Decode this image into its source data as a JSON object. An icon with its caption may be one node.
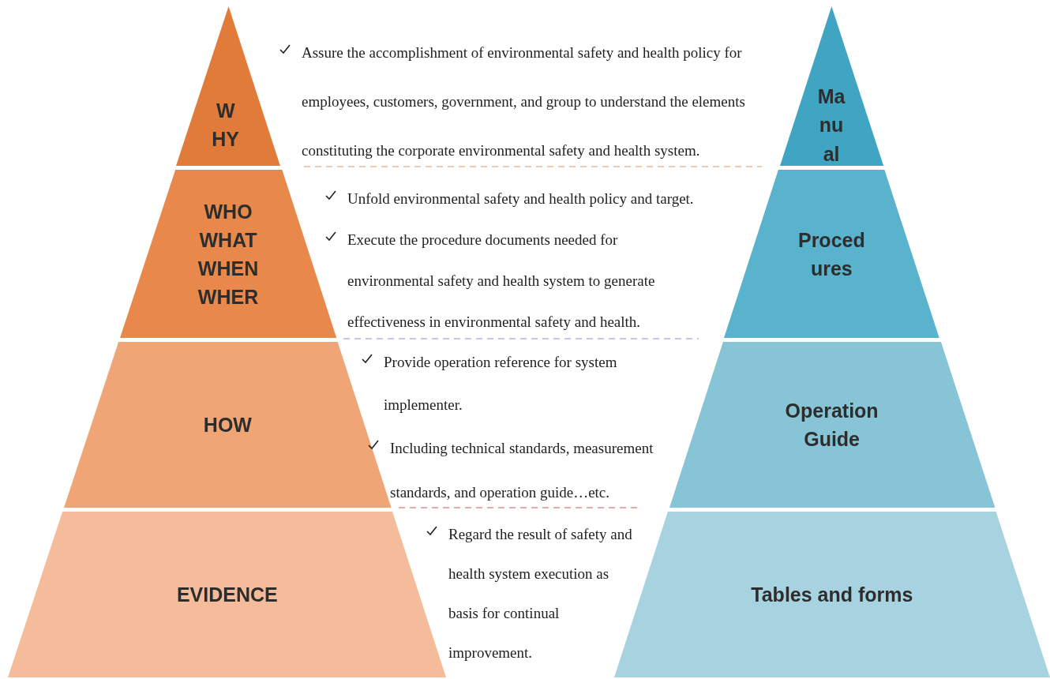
{
  "diagram": {
    "nodes": [
      {
        "text": [
          "W HY"
        ]
      },
      {
        "text": [
          "WHO WHAT WHEN WHER"
        ]
      },
      {
        "text": [
          "HOW"
        ]
      },
      {
        "text": [
          "EVIDENCE"
        ]
      },
      {
        "text": [
          "Ma nu al"
        ]
      },
      {
        "text": [
          "Proced ures"
        ]
      },
      {
        "text": [
          "Operation Guide"
        ]
      },
      {
        "text": [
          "Tables and forms"
        ]
      }
    ],
    "labels": [
      "Assure the accomplishment of environmental safety and health policy for employees, customers, government, and group to understand the elements constituting the corporate environmental safety and health system.",
      "Unfold environmental safety and health policy and target.",
      "Execute the procedure documents needed for environmental safety and health system to generate effectiveness in environmental safety and health.",
      "Provide operation reference for system implementer.",
      "Including technical standards, measurement standards, and operation guide…etc.",
      "Regard the result of safety and health system execution as basis for continual improvement."
    ]
  }
}
